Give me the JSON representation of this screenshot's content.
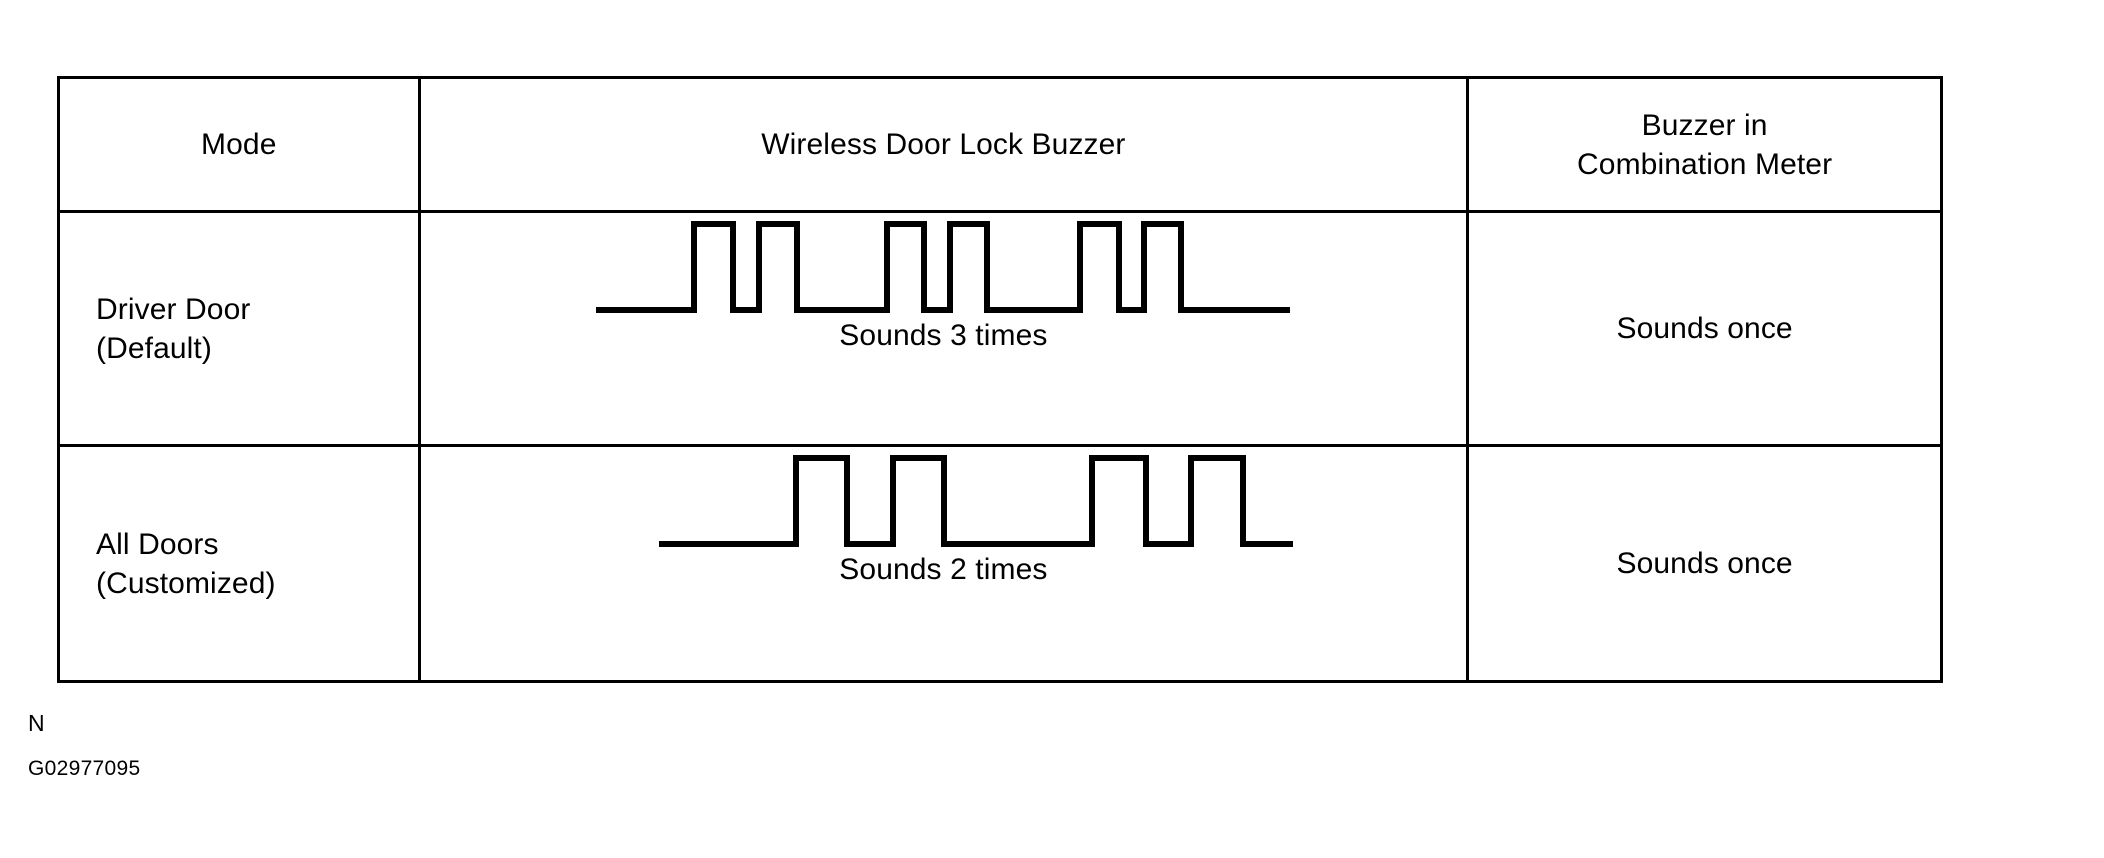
{
  "table": {
    "headers": {
      "mode": "Mode",
      "wireless": "Wireless Door Lock Buzzer",
      "meter_line1": "Buzzer in",
      "meter_line2": "Combination Meter"
    },
    "rows": [
      {
        "mode_line1": "Driver Door",
        "mode_line2": "(Default)",
        "wave_caption": "Sounds 3 times",
        "meter": "Sounds once",
        "waveform": {
          "pulse_count": 6,
          "groups": 3,
          "pulses_per_group": 2,
          "baseline_start": 622,
          "baseline_end": 1285,
          "pulse_spans": [
            [
              726,
              763
            ],
            [
              787,
              823
            ],
            [
              912,
              948
            ],
            [
              973,
              1008
            ],
            [
              1095,
              1132
            ],
            [
              1157,
              1193
            ]
          ]
        }
      },
      {
        "mode_line1": "All Doors",
        "mode_line2": "(Customized)",
        "wave_caption": "Sounds 2 times",
        "meter": "Sounds once",
        "waveform": {
          "pulse_count": 4,
          "groups": 2,
          "pulses_per_group": 2,
          "baseline_start": 723,
          "baseline_end": 1160,
          "pulse_spans": [
            [
              818,
              850
            ],
            [
              879,
              915
            ],
            [
              1004,
              1038
            ],
            [
              1065,
              1098
            ]
          ]
        }
      }
    ]
  },
  "annotations": {
    "note": "N",
    "figure_id": "G02977095"
  },
  "colors": {
    "ink": "#000000",
    "paper": "#ffffff"
  }
}
